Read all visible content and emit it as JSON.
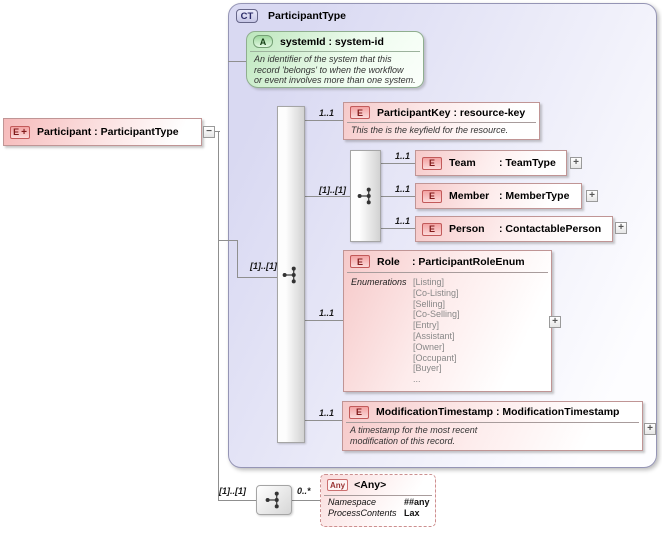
{
  "symbols": {
    "plus": "+",
    "minus": "−"
  },
  "participant": {
    "badge": "E",
    "badge_modifier": "+",
    "label": "Participant : ParticipantType"
  },
  "complex_type": {
    "badge": "CT",
    "title": "ParticipantType",
    "attribute_systemid": {
      "badge": "A",
      "label": "systemId : system-id",
      "annotation_lines": [
        "An identifier of the system that this",
        "record 'belongs' to when the workflow",
        "or event involves more than one system."
      ]
    },
    "sequence_cardinality": "[1]..[1]",
    "participant_key": {
      "cardinality": "1..1",
      "badge": "E",
      "label": "ParticipantKey : resource-key",
      "annotation": "This the is the keyfield for the resource."
    },
    "choice_group": {
      "cardinality": "[1]..[1]"
    },
    "team": {
      "cardinality": "1..1",
      "badge": "E",
      "name": "Team",
      "type": ": TeamType"
    },
    "member": {
      "cardinality": "1..1",
      "badge": "E",
      "name": "Member",
      "type": ": MemberType"
    },
    "person": {
      "cardinality": "1..1",
      "badge": "E",
      "name": "Person",
      "type": ": ContactablePerson"
    },
    "role": {
      "cardinality": "1..1",
      "badge": "E",
      "name": "Role",
      "type": ": ParticipantRoleEnum",
      "enum_label": "Enumerations",
      "enumerations": [
        "[Listing]",
        "[Co-Listing]",
        "[Selling]",
        "[Co-Selling]",
        "[Entry]",
        "[Assistant]",
        "[Owner]",
        "[Occupant]",
        "[Buyer]",
        "..."
      ]
    },
    "modification_timestamp": {
      "cardinality": "1..1",
      "badge": "E",
      "label": "ModificationTimestamp : ModificationTimestamp",
      "annotation_lines": [
        "A timestamp for the most recent",
        "modification of this record."
      ]
    }
  },
  "any_group": {
    "cardinality": "[1]..[1]"
  },
  "any_element": {
    "cardinality": "0..*",
    "badge": "Any",
    "label": "<Any>",
    "rows": [
      {
        "key": "Namespace",
        "value": "##any"
      },
      {
        "key": "ProcessContents",
        "value": "Lax"
      }
    ]
  }
}
